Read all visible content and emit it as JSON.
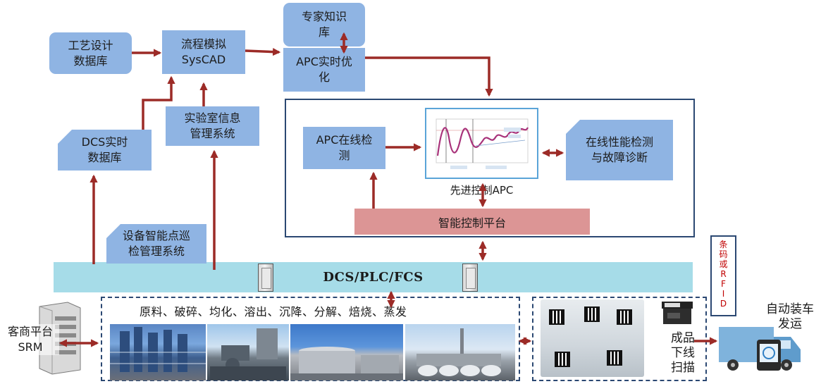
{
  "nodes": {
    "process_db": "工艺设计\n数据库",
    "simulation": "流程模拟\nSysCAD",
    "expert_kb": "专家知识\n库",
    "apc_opt": "APC实时优\n化",
    "dcs_db": "DCS实时\n数据库",
    "lims": "实验室信息\n管理系统",
    "apc_detect": "APC在线检\n测",
    "apc_chart_caption": "先进控制APC",
    "perf_monitor": "在线性能检测\n与故障诊断",
    "control_platform": "智能控制平台",
    "inspection": "设备智能点巡\n检管理系统",
    "dcs_bar": "DCS/PLC/FCS",
    "processes": "原料、破碎、均化、溶出、沉降、分解、焙烧、蒸发",
    "customer": "客商平台\nSRM",
    "product_scan": "成品\n下线\n扫描",
    "rfid": [
      "条",
      "码",
      "或",
      "R",
      "F",
      "I",
      "D"
    ],
    "shipping": "自动装车\n发运"
  },
  "colors": {
    "box_fill": "#8fb4e3",
    "arrow": "#9c2b27",
    "frame": "#2b4872",
    "platform": "#dc9595",
    "dcs_bar": "#a6dce8",
    "rfid_text": "#c00000"
  },
  "icons": [
    "server-icon",
    "cabinet-icon",
    "scanner-icon",
    "truck-icon",
    "qr-code-icon"
  ]
}
